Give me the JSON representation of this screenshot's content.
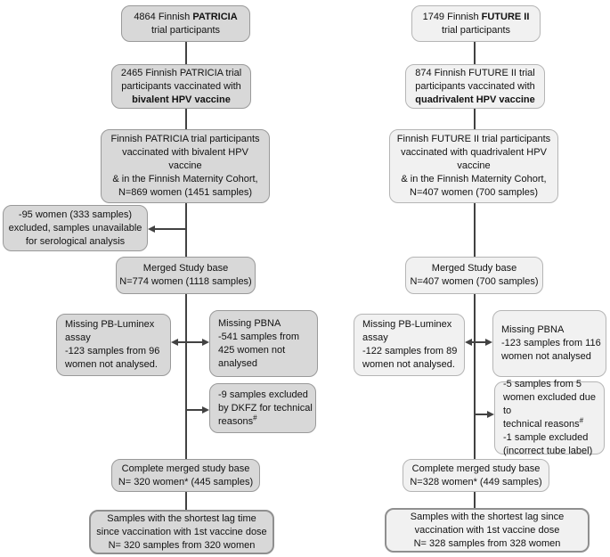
{
  "left": {
    "box1": {
      "normal": "4864 Finnish ",
      "bold": "PATRICIA",
      "line2": "trial participants"
    },
    "box2": {
      "lines": [
        "2465 Finnish PATRICIA trial",
        "participants vaccinated with"
      ],
      "bold_line": "bivalent HPV vaccine"
    },
    "box3": {
      "lines": [
        "Finnish PATRICIA trial participants",
        "vaccinated with bivalent HPV",
        "vaccine",
        "& in the Finnish Maternity Cohort,",
        "N=869 women (1451 samples)"
      ]
    },
    "exclusion": {
      "lines": [
        "-95 women (333 samples)",
        "excluded, samples unavailable",
        "for serological analysis"
      ]
    },
    "merged": {
      "lines": [
        "Merged Study base",
        "N=774 women (1118 samples)"
      ]
    },
    "missing_luminex": {
      "lines": [
        "Missing PB-Luminex",
        "assay",
        "-123 samples from 96",
        "women not analysed."
      ]
    },
    "missing_pbna": {
      "lines": [
        "Missing PBNA",
        "-541 samples from",
        "425 women not",
        "analysed"
      ]
    },
    "technical": {
      "lines": [
        "-9 samples excluded",
        "by DKFZ for technical",
        "reasons"
      ],
      "sup": "#"
    },
    "complete": {
      "lines": [
        "Complete merged study base",
        "N= 320 women* (445 samples)"
      ]
    },
    "final": {
      "lines": [
        "Samples with the shortest lag time",
        "since vaccination with 1st vaccine dose",
        "N= 320 samples from 320 women"
      ]
    }
  },
  "right": {
    "box1": {
      "normal": "1749 Finnish ",
      "bold": "FUTURE II",
      "line2": "trial participants"
    },
    "box2": {
      "lines": [
        "874 Finnish FUTURE II trial",
        "participants vaccinated with"
      ],
      "bold_line": "quadrivalent HPV vaccine"
    },
    "box3": {
      "lines": [
        "Finnish FUTURE II trial participants",
        "vaccinated with quadrivalent HPV",
        "vaccine",
        "& in the Finnish Maternity Cohort,",
        "N=407 women (700 samples)"
      ]
    },
    "merged": {
      "lines": [
        "Merged Study base",
        "N=407 women (700 samples)"
      ]
    },
    "missing_luminex": {
      "lines": [
        "Missing PB-Luminex",
        "assay",
        "-122 samples from 89",
        "women not analysed."
      ]
    },
    "missing_pbna": {
      "lines": [
        "Missing PBNA",
        "-123 samples from 116",
        "women not analysed"
      ]
    },
    "technical": {
      "lines": [
        "-5 samples from 5",
        "women excluded due to",
        "technical reasons",
        "-1 sample excluded",
        "(incorrect tube label)"
      ],
      "sup": "#"
    },
    "complete": {
      "lines": [
        "Complete merged study base",
        "N=328 women* (449 samples)"
      ]
    },
    "final": {
      "lines": [
        "Samples with the shortest lag since",
        "vaccination with 1st vaccine dose",
        "N= 328 samples from 328 women"
      ]
    }
  },
  "colors": {
    "left_fill": "#d8d8d8",
    "left_border": "#999999",
    "right_fill": "#f1f1f1",
    "right_border": "#b5b5b5",
    "final_border": "#8f8f8f",
    "line": "#424242",
    "text": "#111111"
  }
}
